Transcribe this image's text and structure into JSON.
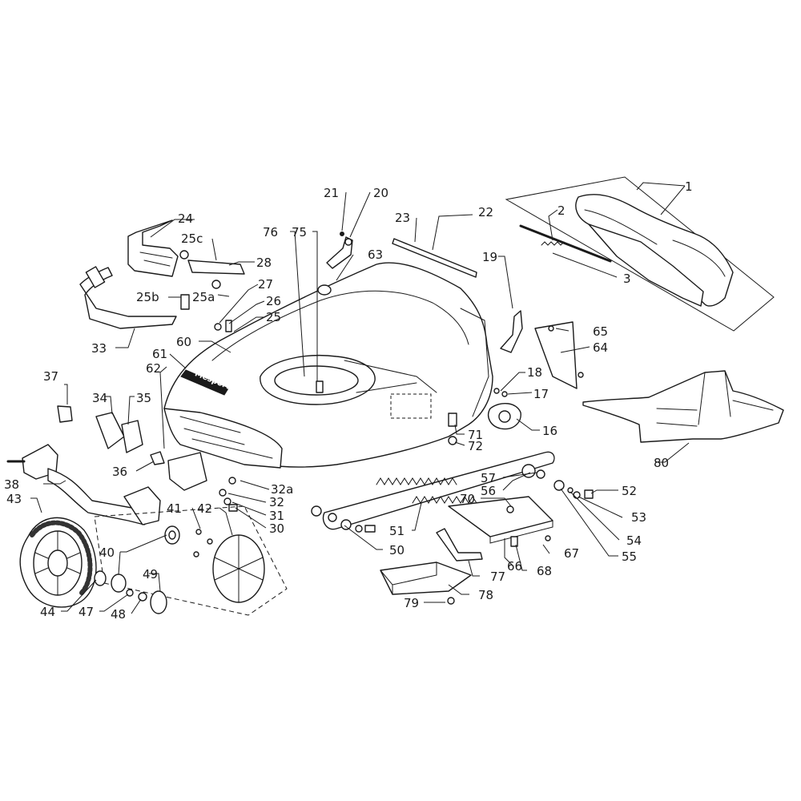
{
  "logo_text": "Mesport",
  "callouts": [
    {
      "id": "c1",
      "label": "1"
    },
    {
      "id": "c2",
      "label": "2"
    },
    {
      "id": "c3",
      "label": "3"
    },
    {
      "id": "c16",
      "label": "16"
    },
    {
      "id": "c17",
      "label": "17"
    },
    {
      "id": "c18",
      "label": "18"
    },
    {
      "id": "c19",
      "label": "19"
    },
    {
      "id": "c20",
      "label": "20"
    },
    {
      "id": "c21",
      "label": "21"
    },
    {
      "id": "c22",
      "label": "22"
    },
    {
      "id": "c23",
      "label": "23"
    },
    {
      "id": "c24",
      "label": "24"
    },
    {
      "id": "c25",
      "label": "25"
    },
    {
      "id": "c25a",
      "label": "25a"
    },
    {
      "id": "c25b",
      "label": "25b"
    },
    {
      "id": "c25c",
      "label": "25c"
    },
    {
      "id": "c26",
      "label": "26"
    },
    {
      "id": "c27",
      "label": "27"
    },
    {
      "id": "c28",
      "label": "28"
    },
    {
      "id": "c30",
      "label": "30"
    },
    {
      "id": "c31",
      "label": "31"
    },
    {
      "id": "c32",
      "label": "32"
    },
    {
      "id": "c32a",
      "label": "32a"
    },
    {
      "id": "c33",
      "label": "33"
    },
    {
      "id": "c34",
      "label": "34"
    },
    {
      "id": "c35",
      "label": "35"
    },
    {
      "id": "c36",
      "label": "36"
    },
    {
      "id": "c37",
      "label": "37"
    },
    {
      "id": "c38",
      "label": "38"
    },
    {
      "id": "c40",
      "label": "40"
    },
    {
      "id": "c41",
      "label": "41"
    },
    {
      "id": "c42",
      "label": "42"
    },
    {
      "id": "c43",
      "label": "43"
    },
    {
      "id": "c44",
      "label": "44"
    },
    {
      "id": "c47",
      "label": "47"
    },
    {
      "id": "c48",
      "label": "48"
    },
    {
      "id": "c49",
      "label": "49"
    },
    {
      "id": "c50",
      "label": "50"
    },
    {
      "id": "c51",
      "label": "51"
    },
    {
      "id": "c52",
      "label": "52"
    },
    {
      "id": "c53",
      "label": "53"
    },
    {
      "id": "c54",
      "label": "54"
    },
    {
      "id": "c55",
      "label": "55"
    },
    {
      "id": "c56",
      "label": "56"
    },
    {
      "id": "c57",
      "label": "57"
    },
    {
      "id": "c60",
      "label": "60"
    },
    {
      "id": "c61",
      "label": "61"
    },
    {
      "id": "c62",
      "label": "62"
    },
    {
      "id": "c63",
      "label": "63"
    },
    {
      "id": "c64",
      "label": "64"
    },
    {
      "id": "c65",
      "label": "65"
    },
    {
      "id": "c66",
      "label": "66"
    },
    {
      "id": "c67",
      "label": "67"
    },
    {
      "id": "c68",
      "label": "68"
    },
    {
      "id": "c70",
      "label": "70"
    },
    {
      "id": "c71",
      "label": "71"
    },
    {
      "id": "c72",
      "label": "72"
    },
    {
      "id": "c75",
      "label": "75"
    },
    {
      "id": "c76",
      "label": "76"
    },
    {
      "id": "c77",
      "label": "77"
    },
    {
      "id": "c78",
      "label": "78"
    },
    {
      "id": "c79",
      "label": "79"
    },
    {
      "id": "c80",
      "label": "80"
    }
  ]
}
